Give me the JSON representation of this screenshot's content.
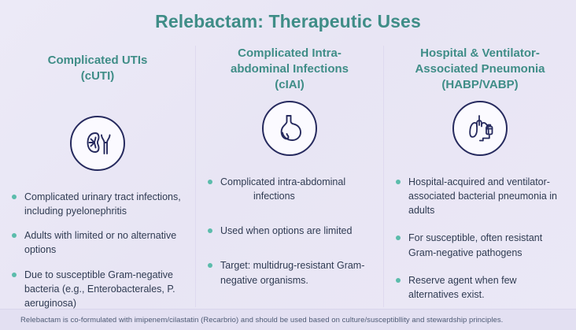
{
  "slide": {
    "title": "Relebactam: Therapeutic Uses",
    "accent_color": "#3f8d87",
    "bullet_color": "#5bbcab",
    "icon_color": "#262a5e",
    "background_color": "#e9e6f6"
  },
  "columns": [
    {
      "heading": "Complicated UTIs\n(cUTI)",
      "heading_line1": "Complicated UTIs",
      "heading_line2": "(cUTI)",
      "icon": "kidney-urinary-tract-icon",
      "bullets": [
        "Complicated urinary tract infections, including pyelonephritis",
        "Adults with limited or no alternative options",
        "Due to susceptible Gram-negative bacteria (e.g., Enterobacterales, P. aeruginosa)"
      ]
    },
    {
      "heading": "Complicated Intra-abdominal Infections\n(cIAI)",
      "heading_line1": "Complicated Intra-",
      "heading_line2": "abdominal Infections",
      "heading_line3": "(cIAI)",
      "icon": "stomach-icon",
      "bullets": [
        "Complicated intra-abdominal",
        "infections",
        "Used when options are limited",
        "Target: multidrug-resistant Gram-negative organisms."
      ]
    },
    {
      "heading": "Hospital & Ventilator-Associated Pneumonia\n(HABP/VABP)",
      "heading_line1": "Hospital & Ventilator-",
      "heading_line2": "Associated Pneumonia",
      "heading_line3": "(HABP/VABP)",
      "icon": "lungs-ventilator-icon",
      "bullets": [
        "Hospital-acquired and ventilator-associated bacterial pneumonia in adults",
        "For susceptible, often resistant Gram-negative pathogens",
        "Reserve agent when few alternatives exist."
      ]
    }
  ],
  "footer": {
    "text": "Relebactam is co-formulated with imipenem/cilastatin (Recarbrio) and should be used based on culture/susceptibllity and stewardship principles."
  }
}
